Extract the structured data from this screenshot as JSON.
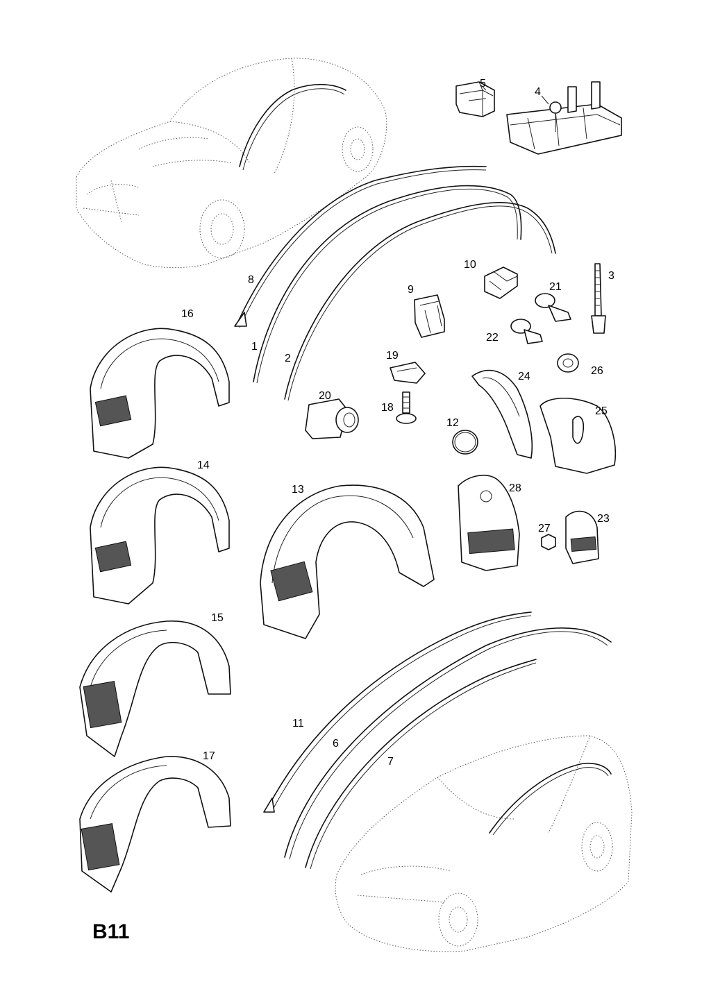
{
  "sheet_code": "B11",
  "callouts": {
    "c1": "1",
    "c2": "2",
    "c3": "3",
    "c4": "4",
    "c5": "5",
    "c6": "6",
    "c7": "7",
    "c8": "8",
    "c9": "9",
    "c10": "10",
    "c11": "11",
    "c12": "12",
    "c13": "13",
    "c14": "14",
    "c15": "15",
    "c16": "16",
    "c17": "17",
    "c18": "18",
    "c19": "19",
    "c20": "20",
    "c21": "21",
    "c22": "22",
    "c23": "23",
    "c24": "24",
    "c25": "25",
    "c26": "26",
    "c27": "27",
    "c28": "28"
  }
}
